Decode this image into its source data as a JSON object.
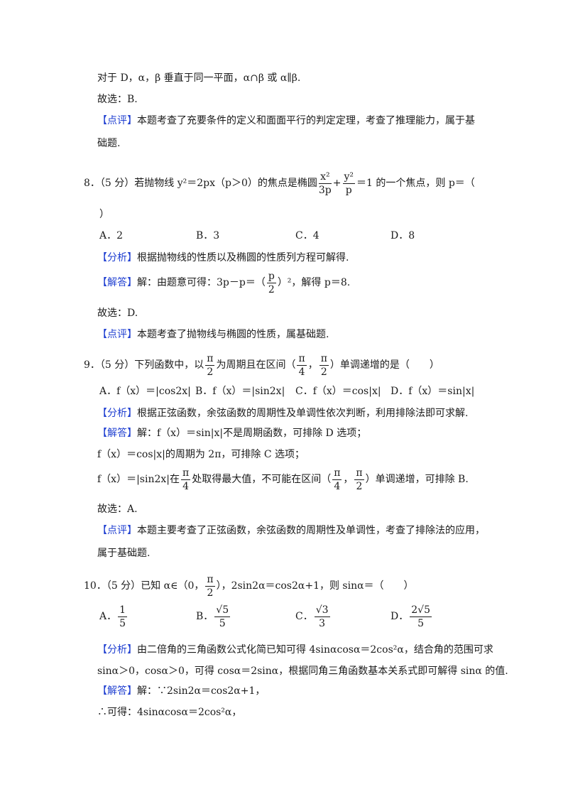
{
  "q7_tail": {
    "line1": "对于 D，α，β 垂直于同一平面，α∩β 或 α∥β.",
    "choice": "故选：B.",
    "comment_tag": "【点评】",
    "comment_1": "本题考查了充要条件的定义和面面平行的判定定理，考查了推理能力，属于基",
    "comment_2": "础题."
  },
  "q8": {
    "num": "8．",
    "score": "（5 分）",
    "stem_a": "若抛物线 y²＝2px（p＞0）的焦点是椭圆",
    "ellipse_x_num": "x²",
    "ellipse_x_den": "3p",
    "plus": "+",
    "ellipse_y_num": "y²",
    "ellipse_y_den": "p",
    "stem_b": "＝1 的一个焦点，则 p＝（",
    "close_paren": "）",
    "options": [
      "A．2",
      "B．3",
      "C．4",
      "D．8"
    ],
    "analysis_tag": "【分析】",
    "analysis": "根据抛物线的性质以及椭圆的性质列方程可解得.",
    "answer_tag": "【解答】",
    "answer_a": "解：由题意可得：3p－p＝（",
    "answer_frac_num": "p",
    "answer_frac_den": "2",
    "answer_b": "）²，解得 p＝8.",
    "choice": "故选：D.",
    "comment_tag": "【点评】",
    "comment": "本题考查了抛物线与椭圆的性质，属基础题."
  },
  "q9": {
    "num": "9．",
    "score": "（5 分）",
    "stem_a": "下列函数中，以",
    "period_num": "π",
    "period_den": "2",
    "stem_b": "为周期且在区间（",
    "int_a_num": "π",
    "int_a_den": "4",
    "comma": "，",
    "int_b_num": "π",
    "int_b_den": "2",
    "stem_c": "）单调递增的是（　　）",
    "options": [
      "A．f（x）＝|cos2x|",
      "B．f（x）＝|sin2x|",
      "C．f（x）＝cos|x|",
      "D．f（x）＝sin|x|"
    ],
    "analysis_tag": "【分析】",
    "analysis": "根据正弦函数，余弦函数的周期性及单调性依次判断，利用排除法即可求解.",
    "answer_tag": "【解答】",
    "answer_1": "解：f（x）＝sin|x|不是周期函数，可排除 D 选项；",
    "answer_2": "f（x）＝cos|x|的周期为 2π，可排除 C 选项；",
    "answer_3a": "f（x）＝|sin2x|在",
    "answer_3_frac_num": "π",
    "answer_3_frac_den": "4",
    "answer_3b": "处取得最大值，不可能在区间（",
    "answer_3_int_a_num": "π",
    "answer_3_int_a_den": "4",
    "answer_3_int_b_num": "π",
    "answer_3_int_b_den": "2",
    "answer_3c": "）单调递增，可排除 B.",
    "choice": "故选：A.",
    "comment_tag": "【点评】",
    "comment_1": "本题主要考查了正弦函数，余弦函数的周期性及单调性，考查了排除法的应用，",
    "comment_2": "属于基础题."
  },
  "q10": {
    "num": "10．",
    "score": "（5 分）",
    "stem_a": "已知 α∈（0，",
    "frac_num": "π",
    "frac_den": "2",
    "stem_b": "），2sin2α＝cos2α+1，则 sinα＝（　　）",
    "options": [
      {
        "label": "A．",
        "num": "1",
        "den": "5"
      },
      {
        "label": "B．",
        "num": "√5",
        "den": "5"
      },
      {
        "label": "C．",
        "num": "√3",
        "den": "3"
      },
      {
        "label": "D．",
        "num": "2√5",
        "den": "5"
      }
    ],
    "analysis_tag": "【分析】",
    "analysis_1": "由二倍角的三角函数公式化简已知可得 4sinαcosα＝2cos²α，结合角的范围可求",
    "analysis_2": "sinα＞0，cosα＞0，可得 cosα＝2sinα，根据同角三角函数基本关系式即可解得 sinα 的值.",
    "answer_tag": "【解答】",
    "answer_1": "解：∵2sin2α＝cos2α+1，",
    "answer_2": "∴可得：4sinαcosα＝2cos²α，"
  }
}
